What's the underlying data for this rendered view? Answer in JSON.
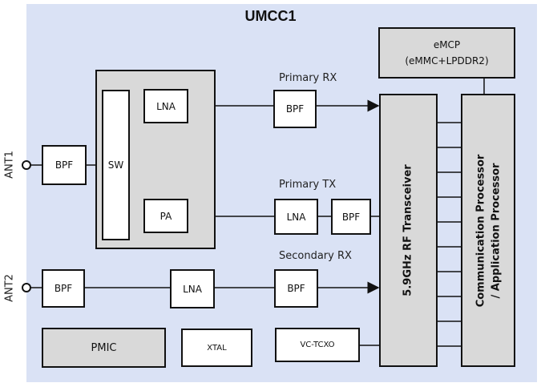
{
  "title": "UMCC1",
  "emcp": {
    "line1": "eMCP",
    "line2": "(eMMC+LPDDR2)"
  },
  "labels": {
    "primary_rx": "Primary RX",
    "primary_tx": "Primary TX",
    "secondary_rx": "Secondary RX"
  },
  "antennas": {
    "ant1": "ANT1",
    "ant2": "ANT2"
  },
  "blocks": {
    "bpf": "BPF",
    "sw": "SW",
    "lna": "LNA",
    "pa": "PA",
    "pmic": "PMIC",
    "xtal": "XTAL",
    "vctcxo": "VC-TCXO",
    "transceiver": "5.9GHz RF Transceiver",
    "processor_line1": "Communication Processor",
    "processor_line2": "/ Application Processor"
  },
  "colors": {
    "panel": "#dae2f5",
    "grey_block": "#d9d9d9",
    "line": "#111111"
  }
}
